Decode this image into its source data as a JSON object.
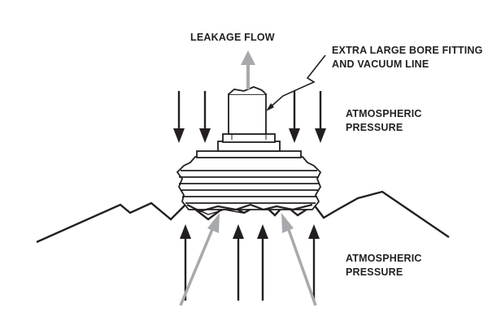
{
  "labels": {
    "leakage_flow": "LEAKAGE FLOW",
    "fitting": [
      "EXTRA LARGE BORE FITTING",
      "AND VACUUM LINE"
    ],
    "atmospheric_upper": [
      "ATMOSPHERIC",
      "PRESSURE"
    ],
    "atmospheric_lower": [
      "ATMOSPHERIC",
      "PRESSURE"
    ]
  },
  "colors": {
    "line": "#231f20",
    "leak_arrow": "#a7a9ac",
    "background": "#ffffff"
  },
  "icons": {
    "down_arrow": "arrow-down-icon",
    "up_arrow": "arrow-up-icon",
    "leak_arrow": "arrow-up-gray-icon"
  }
}
